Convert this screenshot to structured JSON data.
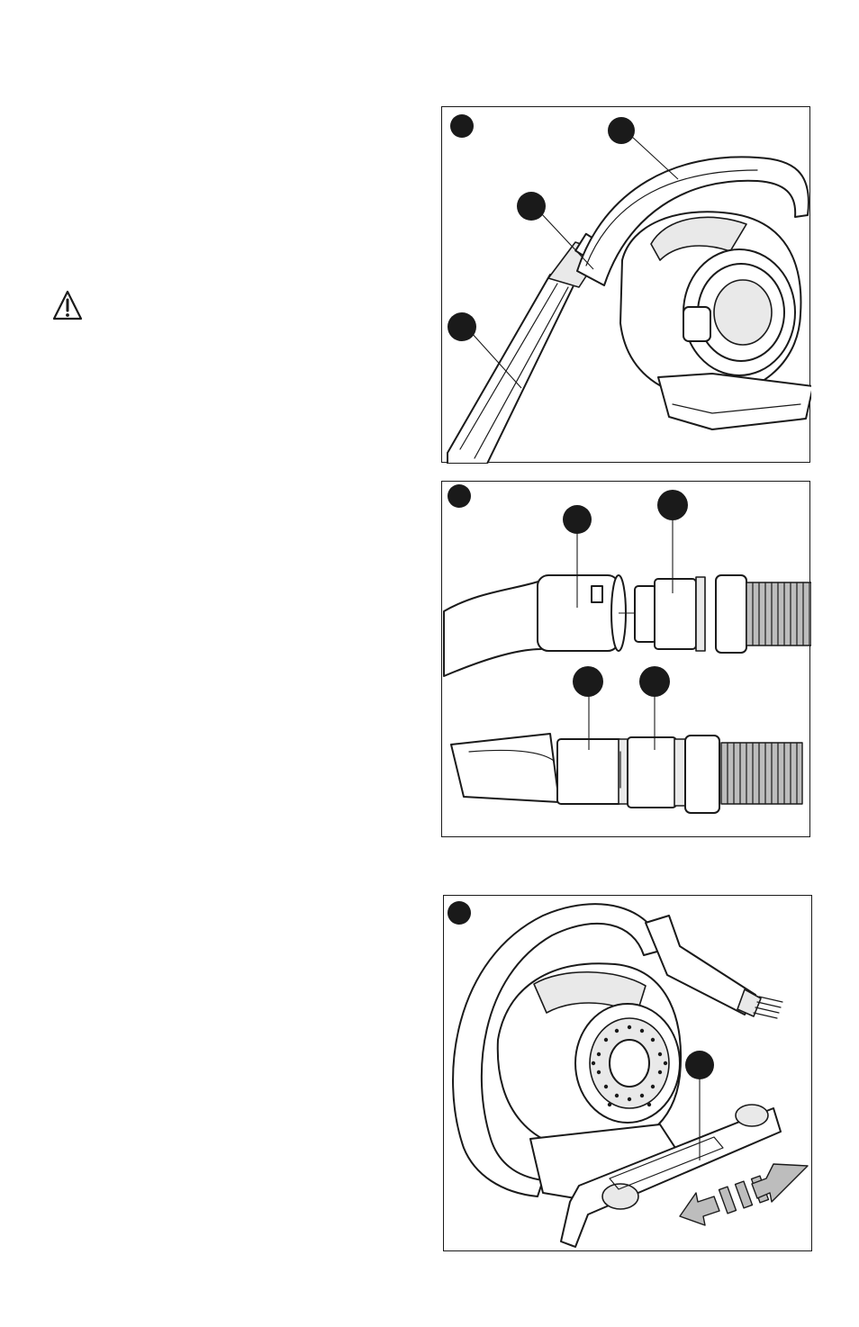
{
  "page": {
    "background": "#ffffff",
    "ink": "#1a1a1a"
  },
  "icons": {
    "warning": "warning-triangle-icon"
  },
  "figures": [
    {
      "id": "figure-1",
      "callouts": 4,
      "subject": "vacuum-with-crevice-tool"
    },
    {
      "id": "figure-2",
      "callouts": 5,
      "subject": "hose-connectors"
    },
    {
      "id": "figure-3",
      "callouts": 2,
      "subject": "vacuum-on-base-station"
    }
  ]
}
